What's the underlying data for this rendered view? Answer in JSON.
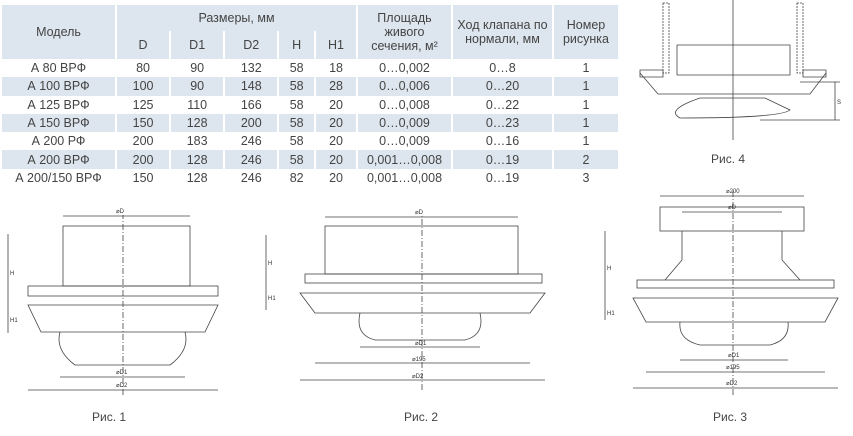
{
  "table": {
    "headers": {
      "model": "Модель",
      "sizes": "Размеры, мм",
      "area": "Площадь живого сечения, м²",
      "travel": "Ход клапана по нормали, мм",
      "figure": "Номер рисунка",
      "sub": [
        "D",
        "D1",
        "D2",
        "H",
        "H1"
      ]
    },
    "rows": [
      [
        "А 80 ВРФ",
        "80",
        "90",
        "132",
        "58",
        "18",
        "0…0,002",
        "0…8",
        "1"
      ],
      [
        "А 100 ВРФ",
        "100",
        "90",
        "148",
        "58",
        "28",
        "0…0,006",
        "0…20",
        "1"
      ],
      [
        "А 125 ВРФ",
        "125",
        "110",
        "166",
        "58",
        "20",
        "0…0,008",
        "0…22",
        "1"
      ],
      [
        "А 150 ВРФ",
        "150",
        "128",
        "200",
        "58",
        "20",
        "0…0,009",
        "0…23",
        "1"
      ],
      [
        "А 200 РФ",
        "200",
        "183",
        "246",
        "58",
        "20",
        "0…0,009",
        "0…16",
        "1"
      ],
      [
        "А 200 ВРФ",
        "200",
        "128",
        "246",
        "58",
        "20",
        "0,001…0,008",
        "0…19",
        "2"
      ],
      [
        "А 200/150 ВРФ",
        "150",
        "128",
        "246",
        "82",
        "20",
        "0,001…0,008",
        "0…19",
        "3"
      ]
    ]
  },
  "figures": {
    "fig1": "Рис. 1",
    "fig2": "Рис. 2",
    "fig3": "Рис. 3",
    "fig4": "Рис. 4"
  },
  "dims": {
    "d": "⌀D",
    "d1": "⌀D1",
    "d2": "⌀D2",
    "h": "H",
    "h1": "H1",
    "d195": "⌀195",
    "d200": "⌀200",
    "s": "S"
  }
}
